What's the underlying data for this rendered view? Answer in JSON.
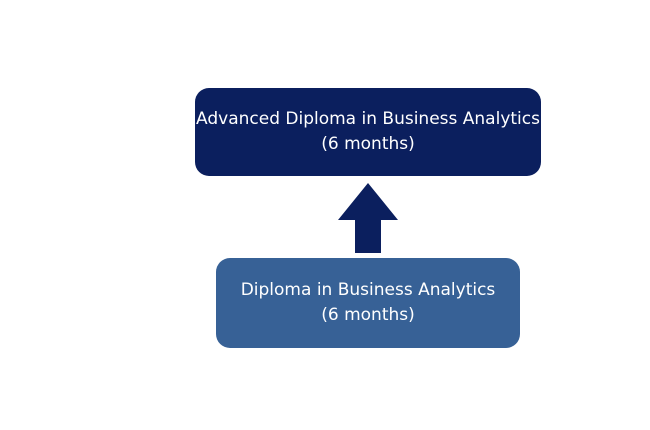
{
  "diagram": {
    "top_box": {
      "line1": "Advanced Diploma in Business Analytics",
      "line2": "(6 months)",
      "color": "#0b1f5e"
    },
    "bottom_box": {
      "line1": "Diploma in Business Analytics",
      "line2": "(6 months)",
      "color": "#376196"
    },
    "arrow": {
      "direction": "up",
      "icon": "up-arrow-icon",
      "color": "#0b1f5e"
    }
  }
}
